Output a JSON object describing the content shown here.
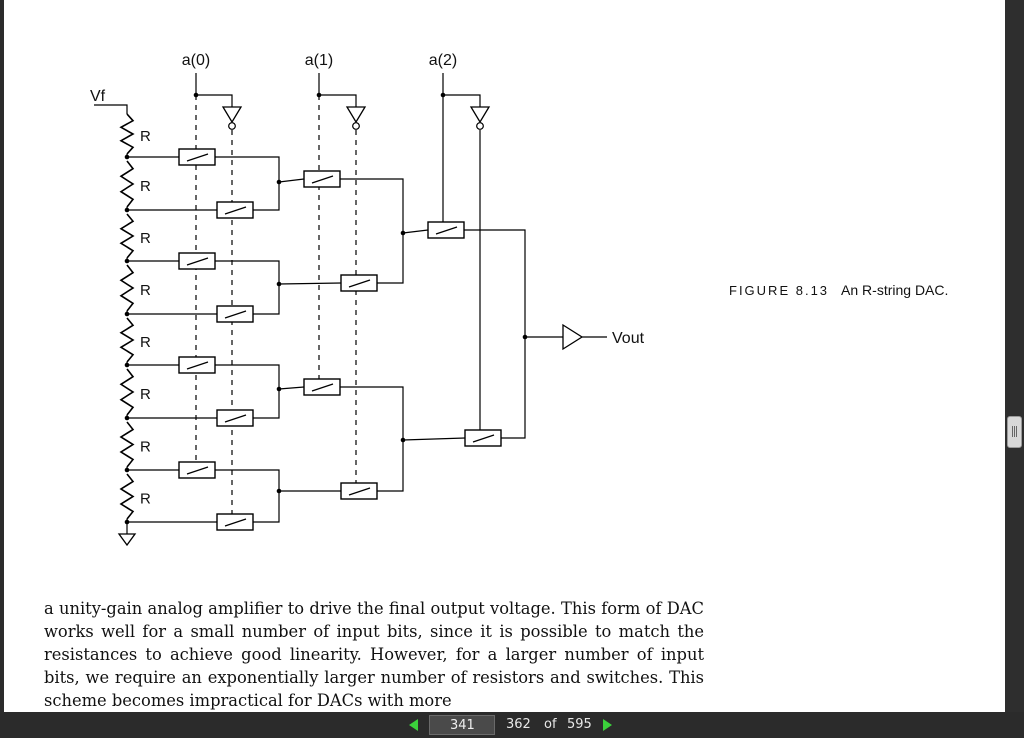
{
  "figure": {
    "inputs": [
      "a(0)",
      "a(1)",
      "a(2)"
    ],
    "reference_label": "Vf",
    "resistor_label": "R",
    "resistor_count": 8,
    "output_label": "Vout"
  },
  "caption": {
    "number": "FIGURE 8.13",
    "text": "An R-string DAC."
  },
  "body_text": "a unity-gain analog amplifier to drive the final output voltage. This form of DAC works well for a small number of input bits, since it is possible to match the resistances to achieve good linearity. However, for a larger number of input bits, we require an exponentially larger number of resistors and switches. This scheme becomes impractical for DACs with more",
  "navigation": {
    "page_input_value": "341",
    "page_label": "362",
    "of_text": "of",
    "total_pages": "595",
    "accent_color": "#3bd13b"
  }
}
